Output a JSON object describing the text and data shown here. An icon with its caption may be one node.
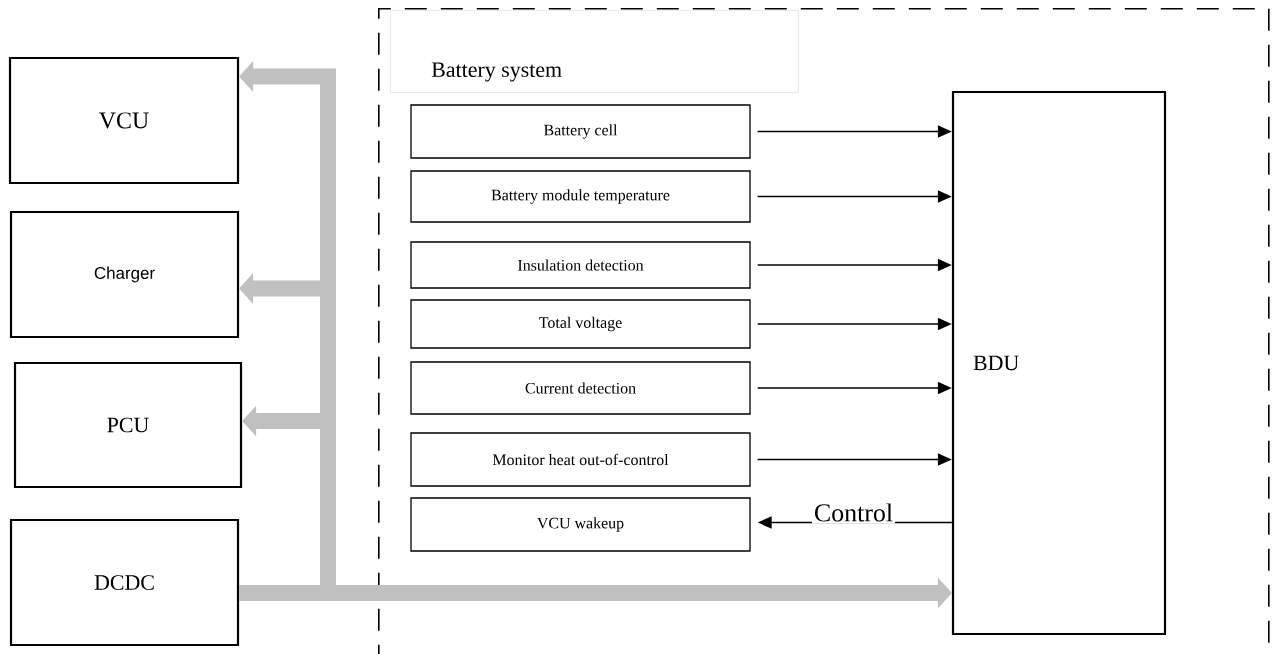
{
  "diagram": {
    "nodes": [
      {
        "text": [
          "Battery system"
        ]
      },
      {
        "text": [
          "VCU"
        ]
      },
      {
        "text": [
          "Charger"
        ]
      },
      {
        "text": [
          "PCU"
        ]
      },
      {
        "text": [
          "DCDC"
        ]
      },
      {
        "text": [
          "Battery cell"
        ],
        "in": 0
      },
      {
        "text": [
          "Battery module temperature"
        ],
        "in": 0
      },
      {
        "text": [
          "Insulation detection"
        ],
        "in": 0
      },
      {
        "text": [
          "Total voltage"
        ],
        "in": 0
      },
      {
        "text": [
          "Current detection"
        ],
        "in": 0
      },
      {
        "text": [
          "Monitor heat out-of-control"
        ],
        "in": 0
      },
      {
        "text": [
          "VCU wakeup"
        ],
        "in": 0
      },
      {
        "text": [
          "BDU"
        ],
        "in": 0
      }
    ],
    "edges": [
      {
        "from": 5,
        "to": 12,
        "arrow": "to"
      },
      {
        "from": 6,
        "to": 12,
        "arrow": "to"
      },
      {
        "from": 7,
        "to": 12,
        "arrow": "to"
      },
      {
        "from": 8,
        "to": 12,
        "arrow": "to"
      },
      {
        "from": 9,
        "to": 12,
        "arrow": "to"
      },
      {
        "from": 10,
        "to": 12,
        "arrow": "to"
      },
      {
        "from": 12,
        "to": 11,
        "arrow": "to",
        "label": "Control"
      },
      {
        "from": 4,
        "to": 12,
        "arrow": "to",
        "style": "thick",
        "color": "#c0c0c0"
      },
      {
        "from": 4,
        "to": 1,
        "arrow": "to",
        "style": "thick",
        "color": "#c0c0c0"
      },
      {
        "from": 4,
        "to": 2,
        "arrow": "to",
        "style": "thick",
        "color": "#c0c0c0"
      },
      {
        "from": 4,
        "to": 3,
        "arrow": "to",
        "style": "thick",
        "color": "#c0c0c0"
      }
    ]
  }
}
